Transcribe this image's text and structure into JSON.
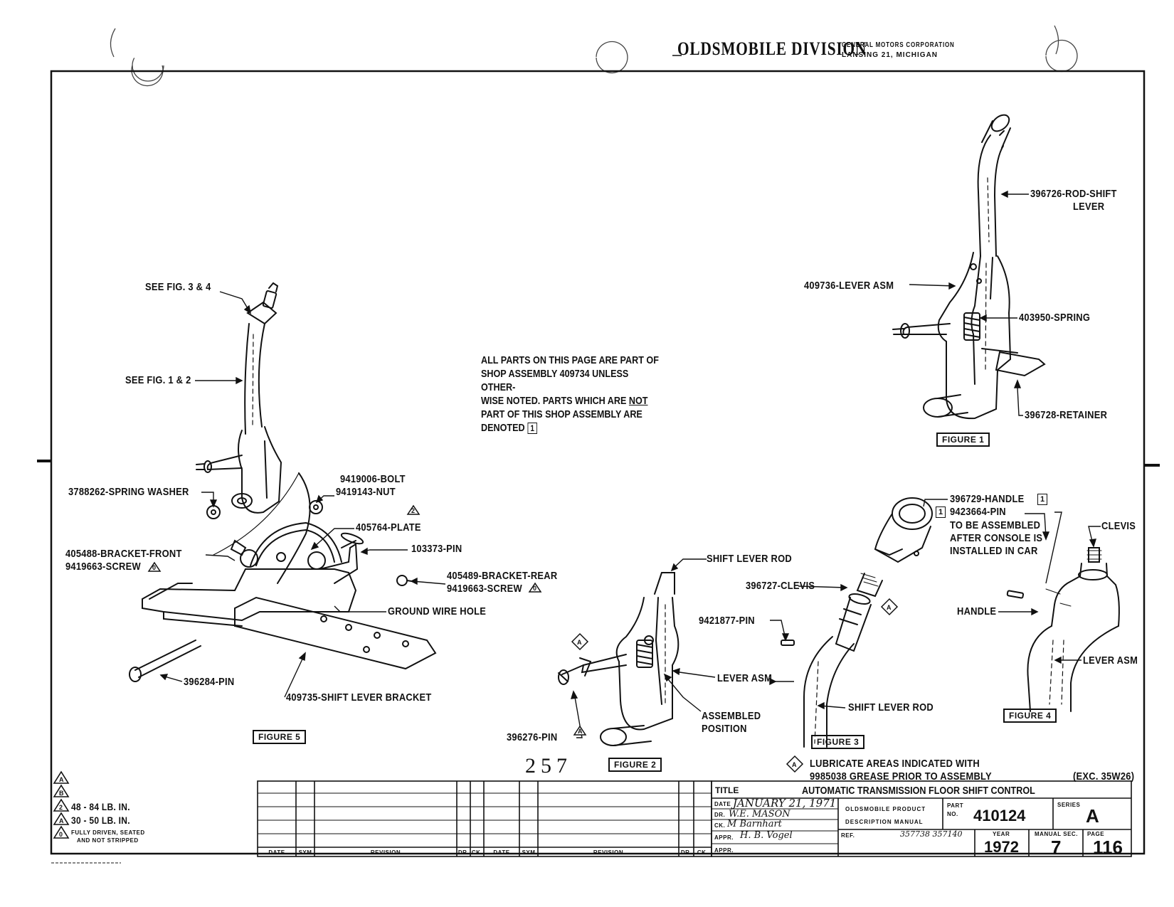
{
  "header": {
    "division": "OLDSMOBILE DIVISION",
    "corp": "GENERAL MOTORS CORPORATION",
    "city": "LANSING 21, MICHIGAN"
  },
  "notes": {
    "line1": "ALL PARTS ON THIS PAGE ARE PART OF",
    "line2": "SHOP ASSEMBLY 409734 UNLESS OTHER-",
    "line3": "WISE NOTED.  PARTS WHICH ARE ",
    "line3_under": "NOT",
    "line4": "PART OF THIS SHOP ASSEMBLY ARE",
    "line5": "DENOTED",
    "denote_symbol": "1"
  },
  "figures": {
    "fig1": "FIGURE 1",
    "fig2": "FIGURE 2",
    "fig3": "FIGURE 3",
    "fig4": "FIGURE 4",
    "fig5": "FIGURE 5"
  },
  "callouts": {
    "rod_shift_lever_1": "396726-ROD-SHIFT",
    "rod_shift_lever_2": "LEVER",
    "lever_asm_409736": "409736-LEVER ASM",
    "spring_403950": "403950-SPRING",
    "retainer_396728": "396728-RETAINER",
    "see_fig_3_4": "SEE FIG. 3 & 4",
    "see_fig_1_2": "SEE FIG. 1 & 2",
    "spring_washer": "3788262-SPRING WASHER",
    "bolt_9419006": "9419006-BOLT",
    "nut_9419143": "9419143-NUT",
    "plate_405764": "405764-PLATE",
    "pin_103373": "103373-PIN",
    "bracket_front": "405488-BRACKET-FRONT",
    "screw_front": "9419663-SCREW",
    "bracket_rear": "405489-BRACKET-REAR",
    "screw_rear": "9419663-SCREW",
    "ground_wire": "GROUND WIRE HOLE",
    "pin_396284": "396284-PIN",
    "shift_lever_bracket": "409735-SHIFT LEVER BRACKET",
    "shift_lever_rod_f2": "SHIFT LEVER ROD",
    "lever_asm_f2": "LEVER ASM",
    "assembled_1": "ASSEMBLED",
    "assembled_2": "POSITION",
    "pin_396276": "396276-PIN",
    "handle_396729": "396729-HANDLE",
    "pin_9423664": "9423664-PIN",
    "assembly_note_1": "TO BE ASSEMBLED",
    "assembly_note_2": "AFTER CONSOLE IS",
    "assembly_note_3": "INSTALLED IN CAR",
    "clevis_396727": "396727-CLEVIS",
    "pin_9421877": "9421877-PIN",
    "shift_lever_rod_f3": "SHIFT LEVER ROD",
    "clevis_f4": "CLEVIS",
    "handle_f4": "HANDLE",
    "lever_asm_f4": "LEVER ASM"
  },
  "lubricate": {
    "line1": "LUBRICATE AREAS INDICATED WITH",
    "line2": "9985038 GREASE PRIOR TO ASSEMBLY",
    "exc": "(EXC. 35W26)"
  },
  "stamp_number": "257",
  "legend": {
    "a": "48 - 84 LB. IN.",
    "b": "30 - 50 LB. IN.",
    "c1": "FULLY DRIVEN, SEATED",
    "c2": "AND NOT STRIPPED"
  },
  "revision_headers": [
    "DATE",
    "SYM",
    "REVISION",
    "DR.",
    "CK.",
    "DATE",
    "SYM",
    "REVISION",
    "DR.",
    "CK."
  ],
  "title_block": {
    "title_label": "TITLE",
    "title": "AUTOMATIC TRANSMISSION FLOOR SHIFT CONTROL",
    "date_label": "DATE",
    "date": "JANUARY 21, 1971",
    "dr_label": "DR.",
    "dr": "W.E. MASON",
    "ck_label": "CK.",
    "ck": "M Barnhart",
    "appr_label": "APPR.",
    "appr": "H. B. Vogel",
    "appr2_label": "APPR.",
    "product_1": "OLDSMOBILE PRODUCT",
    "product_2": "DESCRIPTION MANUAL",
    "part_label_1": "PART",
    "part_label_2": "NO.",
    "part_no": "410124",
    "series_label": "SERIES",
    "series": "A",
    "ref_label": "REF.",
    "ref": "357738 357140",
    "year_label": "YEAR",
    "year": "1972",
    "manual_label": "MANUAL SEC.",
    "manual": "7",
    "page_label": "PAGE",
    "page": "116"
  }
}
